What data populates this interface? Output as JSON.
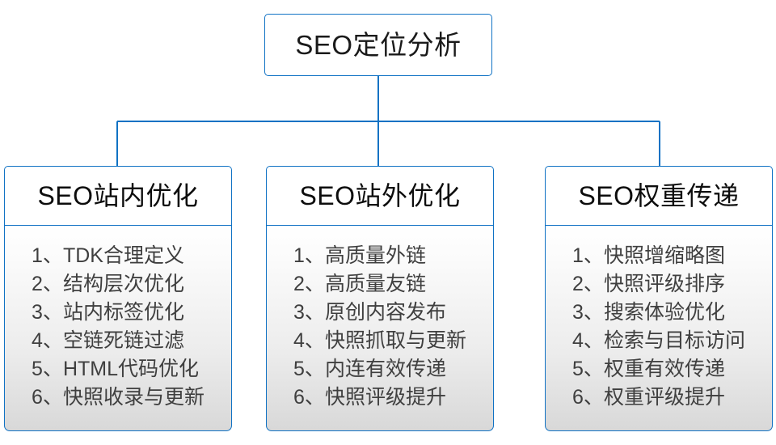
{
  "diagram": {
    "type": "organization-tree",
    "orientation": "top-down",
    "accent_color": "#1072c4",
    "text_color": "#3f3f3f",
    "title_color": "#0d0d0d",
    "background_color": "#ffffff",
    "body_gradient_from": "#ffffff",
    "body_gradient_to": "#d8d8d8"
  },
  "root": {
    "label": "SEO定位分析"
  },
  "branches": [
    {
      "title": "SEO站内优化",
      "items": [
        {
          "num": "1、",
          "text": "TDK合理定义"
        },
        {
          "num": "2、",
          "text": "结构层次优化"
        },
        {
          "num": "3、",
          "text": "站内标签优化"
        },
        {
          "num": "4、",
          "text": "空链死链过滤"
        },
        {
          "num": "5、",
          "text": "HTML代码优化"
        },
        {
          "num": "6、",
          "text": "快照收录与更新"
        }
      ]
    },
    {
      "title": "SEO站外优化",
      "items": [
        {
          "num": "1、",
          "text": "高质量外链"
        },
        {
          "num": "2、",
          "text": "高质量友链"
        },
        {
          "num": "3、",
          "text": "原创内容发布"
        },
        {
          "num": "4、",
          "text": "快照抓取与更新"
        },
        {
          "num": "5、",
          "text": "内连有效传递"
        },
        {
          "num": "6、",
          "text": "快照评级提升"
        }
      ]
    },
    {
      "title": "SEO权重传递",
      "items": [
        {
          "num": "1、",
          "text": "快照增缩略图"
        },
        {
          "num": "2、",
          "text": "快照评级排序"
        },
        {
          "num": "3、",
          "text": "搜索体验优化"
        },
        {
          "num": "4、",
          "text": "检索与目标访问"
        },
        {
          "num": "5、",
          "text": "权重有效传递"
        },
        {
          "num": "6、",
          "text": "权重评级提升"
        }
      ]
    }
  ]
}
